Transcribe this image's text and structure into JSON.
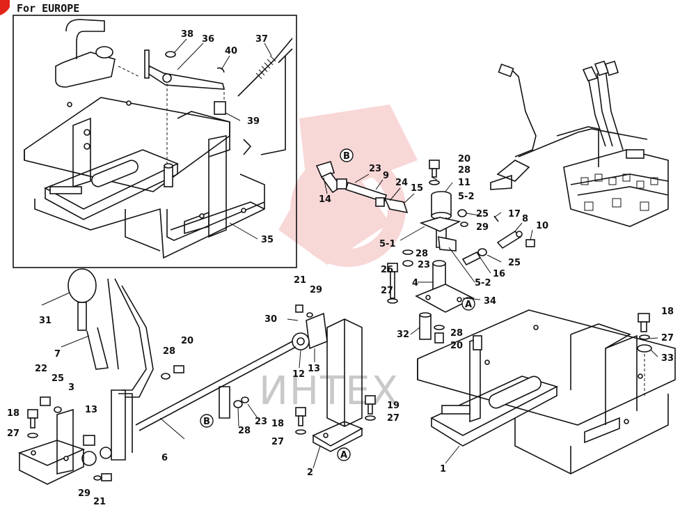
{
  "header": {
    "title": "For EUROPE"
  },
  "watermark": {
    "text": "ИНТЕХ"
  },
  "callouts": [
    "A",
    "B"
  ],
  "labels": {
    "l38": "38",
    "l36": "36",
    "l40": "40",
    "l37": "37",
    "l39": "39",
    "l35": "35",
    "l20a": "20",
    "l28a": "28",
    "l11": "11",
    "l52a": "5-2",
    "l25a": "25",
    "l17": "17",
    "l8": "8",
    "l10": "10",
    "l29a": "29",
    "l51": "5-1",
    "l28b": "28",
    "l23a": "23",
    "l16": "16",
    "l25b": "25",
    "l52b": "5-2",
    "l26": "26",
    "l27a": "27",
    "l4": "4",
    "l34": "34",
    "l32": "32",
    "l28c": "28",
    "l20b": "20",
    "l23b": "23",
    "l9": "9",
    "l24": "24",
    "l15": "15",
    "l14": "14",
    "l18a": "18",
    "l27b": "27",
    "l33": "33",
    "l1": "1",
    "l21a": "21",
    "l29b": "29",
    "l30": "30",
    "l12": "12",
    "l13a": "13",
    "l19": "19",
    "l27c": "27",
    "l18b": "18",
    "l27d": "27",
    "l2": "2",
    "l31": "31",
    "l7": "7",
    "l28d": "28",
    "l20c": "20",
    "l22": "22",
    "l25c": "25",
    "l3": "3",
    "l18c": "18",
    "l27e": "27",
    "l13b": "13",
    "l6": "6",
    "l28e": "28",
    "l23c": "23",
    "l29c": "29",
    "l21b": "21"
  }
}
